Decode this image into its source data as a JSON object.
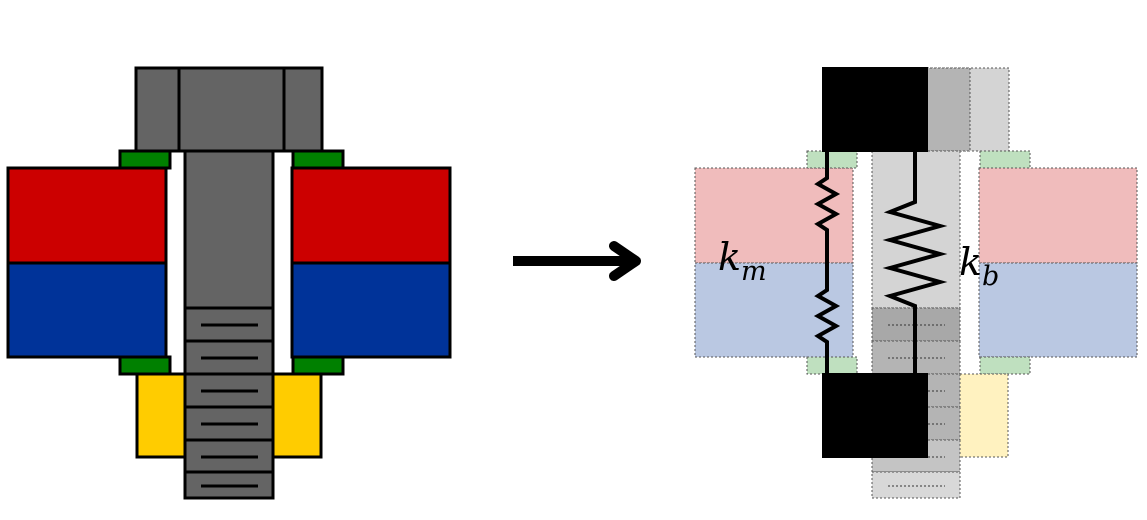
{
  "labels": {
    "member_stiffness": "k",
    "member_subscript": "m",
    "bolt_stiffness": "k",
    "bolt_subscript": "b"
  },
  "colors": {
    "bolt": "#646464",
    "upper_plate": "#cc0000",
    "lower_plate": "#003399",
    "washer": "#008000",
    "nut": "#ffcc00",
    "upper_plate_faded": "#f0bcbc",
    "lower_plate_faded": "#bac8e2",
    "washer_faded": "#bfe0bf",
    "nut_faded": "#fff2c0",
    "bolt_faded": "#d4d4d4",
    "spring": "#000000"
  },
  "icons": {
    "arrow": "right-arrow-icon"
  }
}
